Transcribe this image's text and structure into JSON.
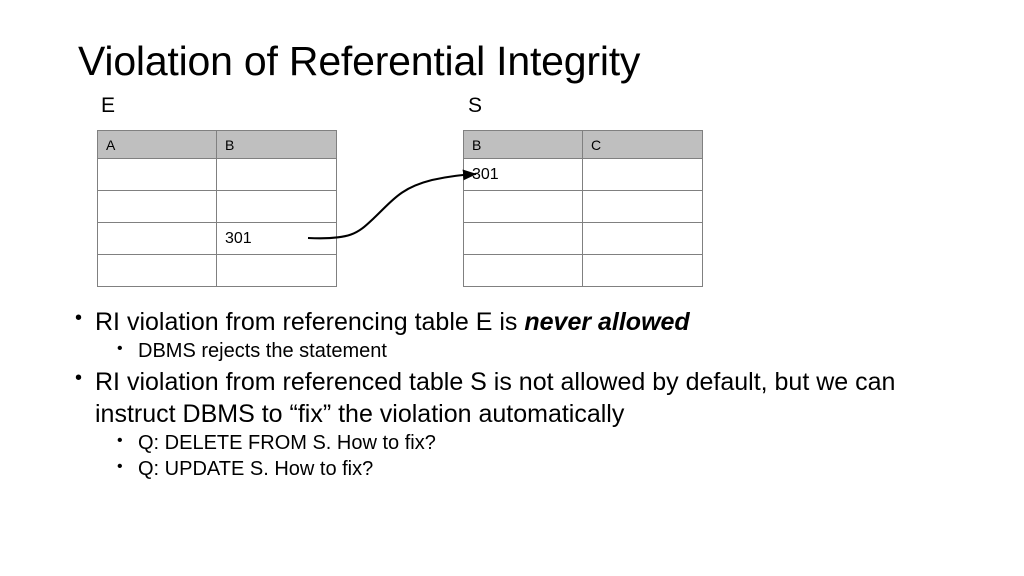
{
  "slide": {
    "title": "Violation of Referential Integrity"
  },
  "tables": {
    "e": {
      "caption": "E",
      "columns": [
        "A",
        "B"
      ],
      "rows": [
        [
          "",
          ""
        ],
        [
          "",
          ""
        ],
        [
          "",
          "301"
        ],
        [
          "",
          ""
        ]
      ]
    },
    "s": {
      "caption": "S",
      "columns": [
        "B",
        "C"
      ],
      "rows": [
        [
          "301",
          ""
        ],
        [
          "",
          ""
        ],
        [
          "",
          ""
        ],
        [
          "",
          ""
        ]
      ]
    }
  },
  "arrow": {
    "name": "foreign-key-reference-arrow",
    "color": "#000000",
    "from": "E.B cell containing 301",
    "to": "S.B cell containing 301"
  },
  "bullets": [
    {
      "level": 1,
      "text_before": "RI violation from referencing table E is ",
      "emphasis": "never allowed",
      "text_after": ""
    },
    {
      "level": 2,
      "text_before": "DBMS rejects the statement",
      "emphasis": "",
      "text_after": ""
    },
    {
      "level": 1,
      "text_before": "RI violation from referenced table S is not allowed by default, but we can instruct DBMS to “fix” the violation automatically",
      "emphasis": "",
      "text_after": ""
    },
    {
      "level": 2,
      "text_before": "Q: DELETE FROM S. How to fix?",
      "emphasis": "",
      "text_after": ""
    },
    {
      "level": 2,
      "text_before": "Q: UPDATE S. How to fix?",
      "emphasis": "",
      "text_after": ""
    }
  ],
  "colors": {
    "header_fill": "#bfbfbf",
    "border": "#808080",
    "text": "#000000",
    "background": "#ffffff"
  }
}
